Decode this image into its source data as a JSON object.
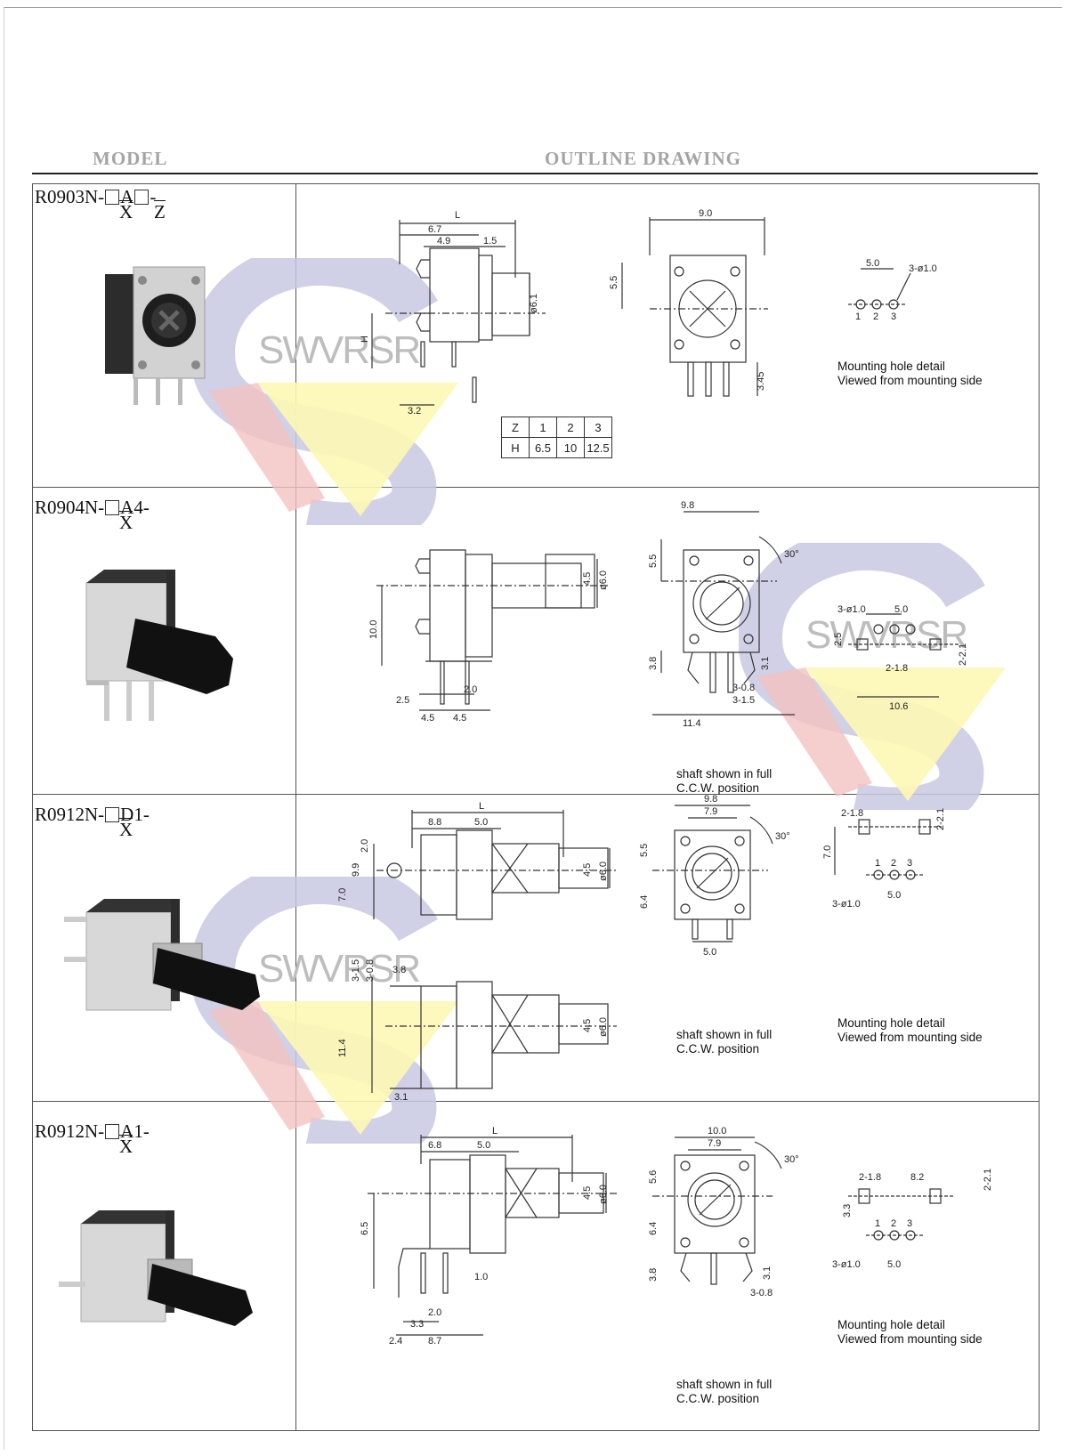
{
  "headers": {
    "model": "MODEL",
    "outline": "OUTLINE DRAWING"
  },
  "watermark": "SWVRSR",
  "rows": [
    {
      "prefix": "R0903N-",
      "mid": "A",
      "suffix": "-",
      "vars": [
        "X",
        "Z"
      ]
    },
    {
      "prefix": "R0904N-",
      "mid": "A4-",
      "vars": [
        "X"
      ]
    },
    {
      "prefix": "R0912N-",
      "mid": "D1-",
      "vars": [
        "X"
      ]
    },
    {
      "prefix": "R0912N-",
      "mid": "A1-",
      "vars": [
        "X"
      ]
    }
  ],
  "ztable": {
    "r1": [
      "Z",
      "1",
      "2",
      "3"
    ],
    "r2": [
      "H",
      "6.5",
      "10",
      "12.5"
    ]
  },
  "notes": {
    "mounting1": "Mounting hole detail",
    "mounting2": "Viewed from mounting side",
    "shaft1": "shaft shown in full",
    "shaft2": "C.C.W. position"
  },
  "dims": {
    "d1": {
      "L": "L",
      "a": "6.7",
      "b": "4.9",
      "c": "1.5",
      "dia": "ø6.1",
      "h": "H",
      "p": "3.2",
      "w": "9.0",
      "s": "5.5",
      "t": "3.45",
      "m": "5.0",
      "holes": "3-ø1.0",
      "n1": "1",
      "n2": "2",
      "n3": "3"
    },
    "d2": {
      "dia": "ø6.0",
      "k": "4.5",
      "h": "10.0",
      "a": "2.5",
      "b": "4.5",
      "c": "4.5",
      "e": "2.0",
      "w": "9.8",
      "s": "5.5",
      "ang": "30°",
      "t": "3.8",
      "u": "3.1",
      "v": "3-0.8",
      "x": "3-1.5",
      "y": "11.4",
      "holes": "3-ø1.0",
      "m": "5.0",
      "p": "2.5",
      "q": "2-1.8",
      "r": "2-2.1",
      "z": "10.6"
    },
    "d3": {
      "L": "L",
      "a": "8.8",
      "b": "5.0",
      "c": "2.0",
      "d": "9.9",
      "e": "7.0",
      "k": "4.5",
      "dia": "ø6.0",
      "w": "9.8",
      "w2": "7.9",
      "s": "5.5",
      "s2": "6.4",
      "m": "5.0",
      "ang": "30°",
      "f": "3.8",
      "g": "3-1.5",
      "g2": "3-0.8",
      "h": "11.4",
      "j": "3.1",
      "q": "2-1.8",
      "r": "2-2.1",
      "hh": "7.0",
      "holes": "3-ø1.0",
      "mm": "5.0",
      "n1": "1",
      "n2": "2",
      "n3": "3"
    },
    "d4": {
      "L": "L",
      "a": "6.8",
      "b": "5.0",
      "k": "4.5",
      "dia": "ø6.0",
      "h": "6.5",
      "e": "1.0",
      "f": "2.0",
      "g": "3.3",
      "i": "2.4",
      "j": "8.7",
      "w": "10.0",
      "w2": "7.9",
      "s": "5.6",
      "s2": "6.4",
      "t": "3.8",
      "u": "3.1",
      "v": "3-0.8",
      "ang": "30°",
      "q": "2-1.8",
      "m": "8.2",
      "r": "2-2.1",
      "hh": "3.3",
      "holes": "3-ø1.0",
      "mm": "5.0",
      "n1": "1",
      "n2": "2",
      "n3": "3"
    }
  },
  "colors": {
    "watermark_s": "#c8c8e2",
    "watermark_tri": "#fdf7b4",
    "watermark_red": "#f3c2c2"
  }
}
